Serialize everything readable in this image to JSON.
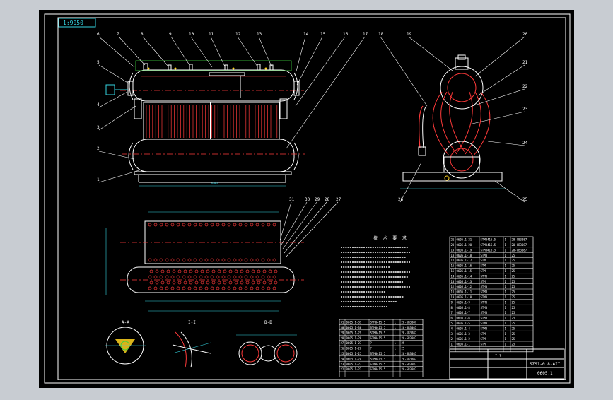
{
  "title_tag": "1:9050",
  "drawing_code": "SZS1-0.8-AII",
  "sheet_code": "0605.1",
  "colors": {
    "app_bg": "#c8ccd2",
    "canvas": "#000000",
    "line": "#ffffff",
    "cyan": "#35d3e0",
    "red": "#ff3a3a",
    "yellow": "#ffd21e",
    "green": "#3ecf3e"
  },
  "callouts_front": [
    "6",
    "7",
    "8",
    "9",
    "10",
    "11",
    "12",
    "13",
    "14",
    "15",
    "16",
    "17",
    "5",
    "4",
    "3",
    "2",
    "1"
  ],
  "callouts_side": [
    "18",
    "19",
    "20",
    "21",
    "22",
    "23",
    "24",
    "25",
    "26"
  ],
  "callouts_plan": [
    "31",
    "30",
    "29",
    "28",
    "27"
  ],
  "section_labels": [
    "A-A",
    "I-I",
    "B-B"
  ],
  "notes_title": "技 术 要 求",
  "bom_title_cells": [
    "? ?",
    "? ?"
  ],
  "parts_right": [
    {
      "no": "21",
      "code": "0605.1-21",
      "name": "STM0415.5",
      "qty": "1",
      "mat": "20-GB3087"
    },
    {
      "no": "20",
      "code": "0605.1-20",
      "name": "STM0415.5",
      "qty": "1",
      "mat": "20-GB3087"
    },
    {
      "no": "19",
      "code": "0605.1-19",
      "name": "STM0415.5",
      "qty": "1",
      "mat": "20-GB3087"
    },
    {
      "no": "18",
      "code": "0605.1-18",
      "name": "STM0",
      "qty": "1",
      "mat": "25"
    },
    {
      "no": "17",
      "code": "0605.1-17",
      "name": "STM",
      "qty": "1",
      "mat": "25"
    },
    {
      "no": "16",
      "code": "0605.1-16",
      "name": "STM",
      "qty": "1",
      "mat": "25"
    },
    {
      "no": "15",
      "code": "0605.1-15",
      "name": "STM",
      "qty": "1",
      "mat": "25"
    },
    {
      "no": "14",
      "code": "0605.1-14",
      "name": "STM0",
      "qty": "1",
      "mat": "25"
    },
    {
      "no": "13",
      "code": "0605.1-13",
      "name": "STM",
      "qty": "1",
      "mat": "25"
    },
    {
      "no": "12",
      "code": "0605.1-12",
      "name": "STM0",
      "qty": "1",
      "mat": "25"
    },
    {
      "no": "11",
      "code": "0605.1-11",
      "name": "STM0",
      "qty": "1",
      "mat": "25"
    },
    {
      "no": "10",
      "code": "0605.1-10",
      "name": "STM0",
      "qty": "1",
      "mat": "25"
    },
    {
      "no": "9",
      "code": "0605.1-9",
      "name": "STM0",
      "qty": "1",
      "mat": "25"
    },
    {
      "no": "8",
      "code": "0605.1-8",
      "name": "STM0",
      "qty": "1",
      "mat": "25"
    },
    {
      "no": "7",
      "code": "0605.1-7",
      "name": "STM0",
      "qty": "1",
      "mat": "25"
    },
    {
      "no": "6",
      "code": "0605.1-6",
      "name": "STM0",
      "qty": "1",
      "mat": "25"
    },
    {
      "no": "5",
      "code": "0605.1-5",
      "name": "STM0",
      "qty": "1",
      "mat": "25"
    },
    {
      "no": "4",
      "code": "0605.1-4",
      "name": "STM0",
      "qty": "1",
      "mat": "25"
    },
    {
      "no": "3",
      "code": "0605.1-3",
      "name": "STM",
      "qty": "1",
      "mat": "25"
    },
    {
      "no": "2",
      "code": "0605.1-2",
      "name": "STM",
      "qty": "1",
      "mat": "25"
    },
    {
      "no": "1",
      "code": "0605.1-1",
      "name": "STM",
      "qty": "1",
      "mat": "25"
    }
  ],
  "parts_left": [
    {
      "no": "31",
      "code": "0605.1-31",
      "name": "STM0415.5",
      "qty": "1",
      "mat": "20-GB3087"
    },
    {
      "no": "30",
      "code": "0605.1-30",
      "name": "STM0415.5",
      "qty": "1",
      "mat": "20-GB3087"
    },
    {
      "no": "29",
      "code": "0605.1-29",
      "name": "STM0415.5",
      "qty": "1",
      "mat": "20-GB3087"
    },
    {
      "no": "28",
      "code": "0605.1-28",
      "name": "STM0415.5",
      "qty": "1",
      "mat": "20-GB3087"
    },
    {
      "no": "27",
      "code": "0605.1-27",
      "name": "?",
      "qty": "1",
      "mat": "25"
    },
    {
      "no": "26",
      "code": "0605.1-26",
      "name": "?",
      "qty": "1",
      "mat": "25"
    },
    {
      "no": "25",
      "code": "0605.1-25",
      "name": "STM0415.5",
      "qty": "1",
      "mat": "20-GB3087"
    },
    {
      "no": "24",
      "code": "0605.1-24",
      "name": "STM0415.5",
      "qty": "1",
      "mat": "20-GB3087"
    },
    {
      "no": "23",
      "code": "0605.1-23",
      "name": "STM0415.5",
      "qty": "1",
      "mat": "20-GB3087"
    },
    {
      "no": "22",
      "code": "0605.1-22",
      "name": "STM0415.5",
      "qty": "1",
      "mat": "20-GB3087"
    }
  ]
}
